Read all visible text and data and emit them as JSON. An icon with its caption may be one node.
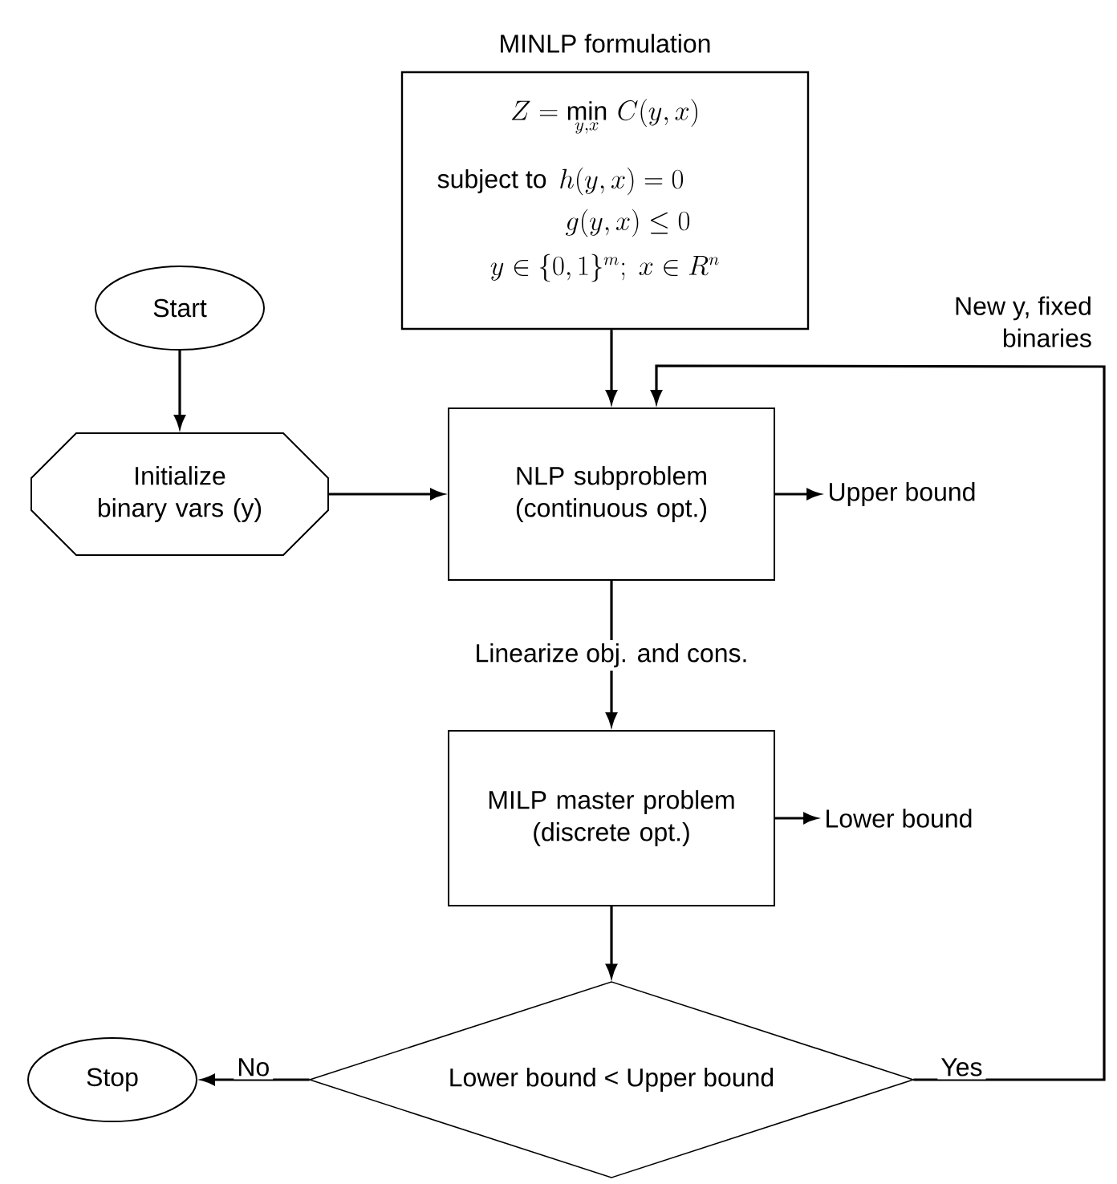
{
  "diagram": {
    "nodes": [
      {
        "text": [
          "MINLP formulation",
          "Z = \\min\\limits_{y,x}\\, C(y,x)",
          "subject to",
          "h(y,x) = 0",
          "g(y,x) \\le 0",
          "y \\in \\{0,1\\}^m ;\\ x \\in R^n"
        ]
      },
      {
        "text": [
          "Start"
        ]
      },
      {
        "text": [
          "Initialize binary vars (y)"
        ]
      },
      {
        "text": [
          "NLP subproblem (continuous opt.)"
        ]
      },
      {
        "text": [
          "Upper bound"
        ]
      },
      {
        "text": [
          "MILP master problem (discrete opt.)"
        ]
      },
      {
        "text": [
          "Lower bound"
        ]
      },
      {
        "text": [
          "Lower bound < Upper bound"
        ]
      },
      {
        "text": [
          "Stop"
        ]
      }
    ],
    "edges": [
      {
        "from": 0,
        "to": 3,
        "arrow": "to"
      },
      {
        "from": 1,
        "to": 2,
        "arrow": "to"
      },
      {
        "from": 2,
        "to": 3,
        "arrow": "to"
      },
      {
        "from": 3,
        "to": 4,
        "arrow": "to"
      },
      {
        "from": 3,
        "to": 5,
        "arrow": "to",
        "label": "Linearize obj. and cons."
      },
      {
        "from": 5,
        "to": 6,
        "arrow": "to"
      },
      {
        "from": 5,
        "to": 7,
        "arrow": "to"
      },
      {
        "from": 7,
        "to": 8,
        "arrow": "to",
        "label": "No"
      },
      {
        "from": 7,
        "to": 3,
        "arrow": "to",
        "label": "Yes"
      }
    ],
    "labels": [
      "New y, fixed binaries"
    ]
  }
}
